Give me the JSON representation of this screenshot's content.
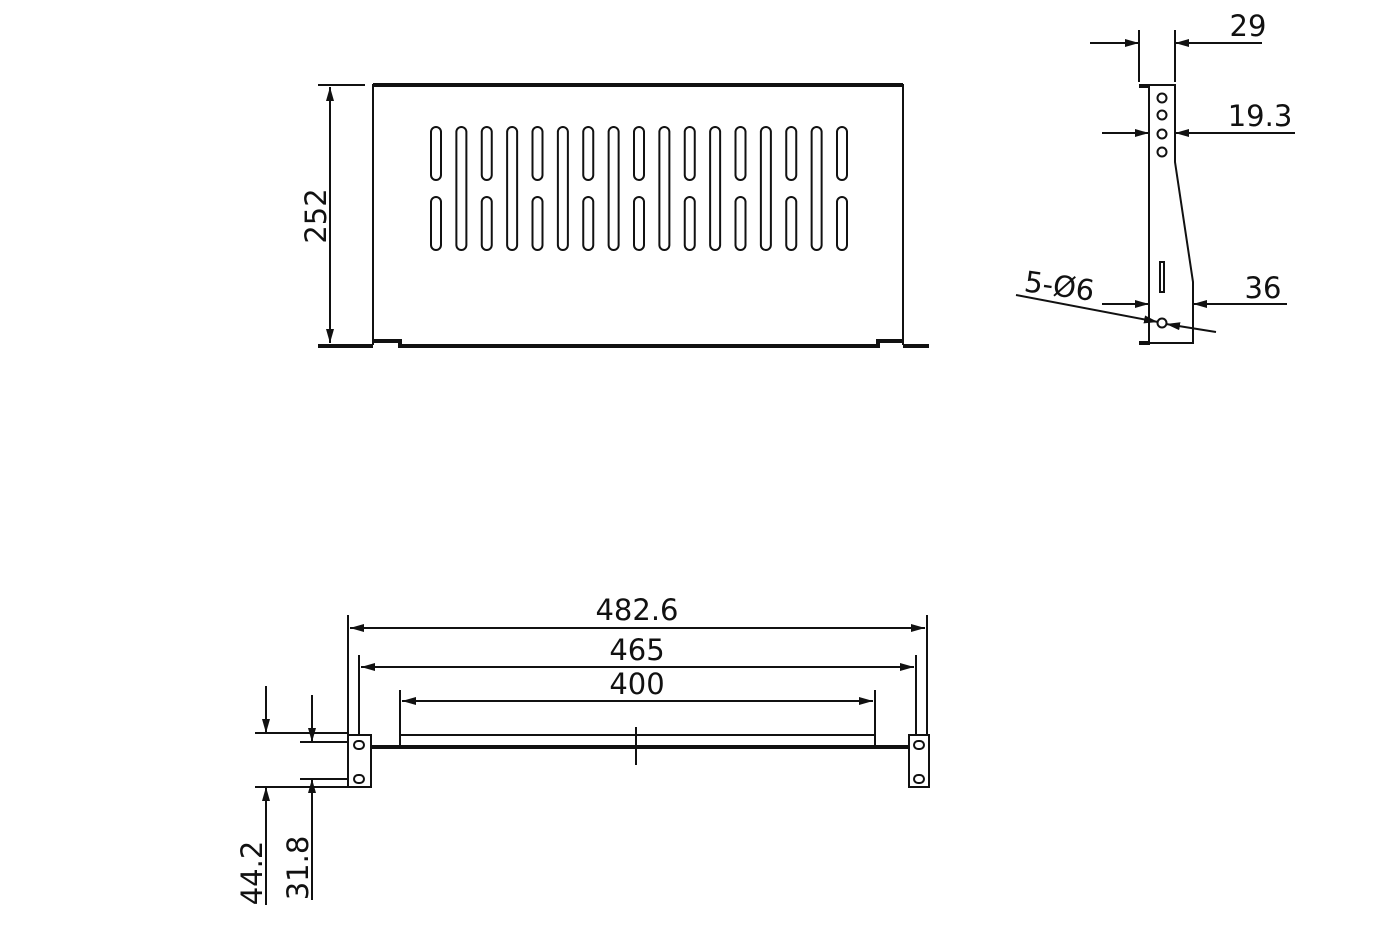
{
  "top_view": {
    "depth_label": "252",
    "slot_columns": 17
  },
  "side_view": {
    "width_top_label": "29",
    "hole_offset_label": "19.3",
    "width_bottom_label": "36",
    "holes_label": "5-Ø6"
  },
  "front_view": {
    "overall_width_label": "482.6",
    "hole_spacing_label": "465",
    "shelf_width_label": "400",
    "height_label": "44.2",
    "hole_vertical_label": "31.8"
  },
  "colors": {
    "line": "#111111",
    "background": "#ffffff"
  }
}
